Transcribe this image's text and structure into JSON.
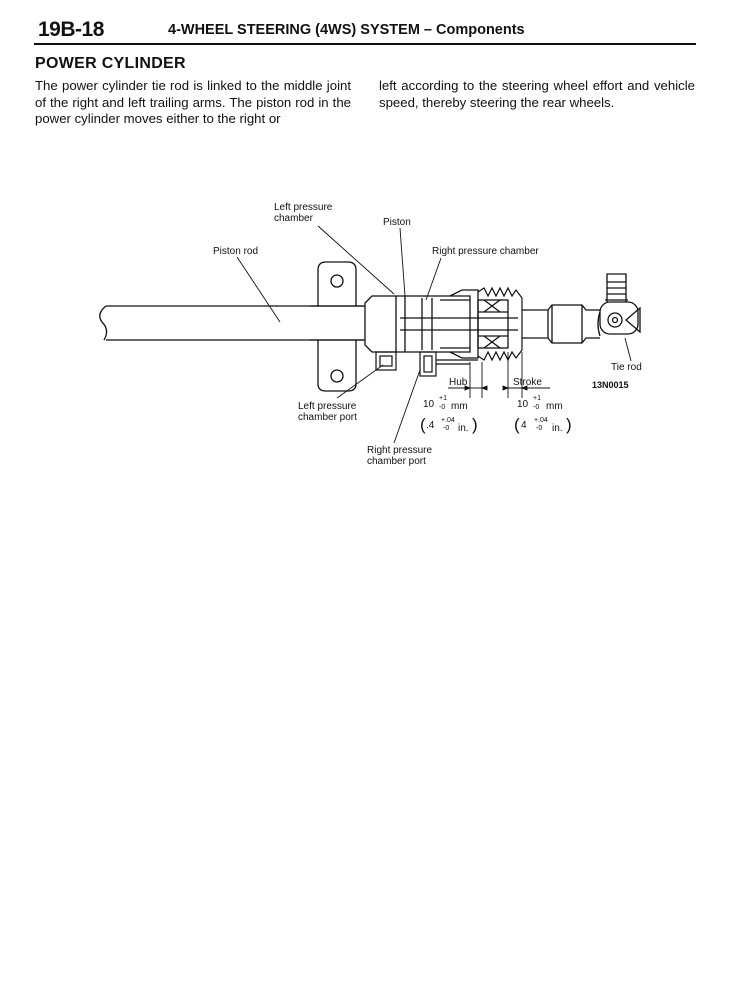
{
  "header": {
    "page_number": "19B-18",
    "title": "4-WHEEL STEERING (4WS) SYSTEM – Components"
  },
  "section": {
    "heading": "POWER CYLINDER",
    "body_left": "The power cylinder tie rod is linked to the middle joint of the right and left trailing arms. The piston rod in the power cylinder moves either to the right or",
    "body_right": "left according to the steering wheel effort and vehicle speed, thereby steering the rear wheels."
  },
  "figure": {
    "labels": {
      "left_pressure_chamber_1": "Left pressure",
      "left_pressure_chamber_2": "chamber",
      "piston": "Piston",
      "piston_rod": "Piston rod",
      "right_pressure_chamber": "Right pressure chamber",
      "tie_rod": "Tie rod",
      "left_port_1": "Left pressure",
      "left_port_2": "chamber port",
      "right_port_1": "Right pressure",
      "right_port_2": "chamber port",
      "hub": "Hub",
      "stroke": "Stroke"
    },
    "figure_id": "13N0015",
    "hub_dimension": {
      "mm_value": "10",
      "mm_tol_upper": "+1",
      "mm_tol_lower": "-0",
      "mm_unit": "mm",
      "in_value": ".4",
      "in_tol_upper": "+.04",
      "in_tol_lower": "-0",
      "in_unit": "in."
    },
    "stroke_dimension": {
      "mm_value": "10",
      "mm_tol_upper": "+1",
      "mm_tol_lower": "-0",
      "mm_unit": "mm",
      "in_value": "4",
      "in_tol_upper": "+.04",
      "in_tol_lower": "-0",
      "in_unit": "in."
    }
  }
}
